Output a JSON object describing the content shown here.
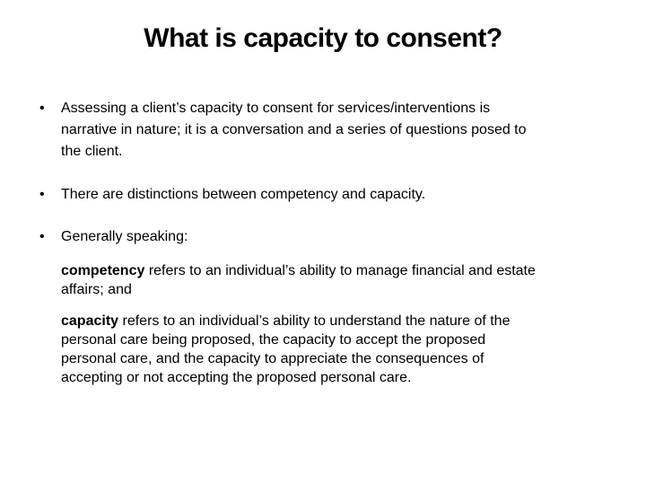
{
  "slide": {
    "title": "What is capacity to consent?",
    "bullet_glyph": "•",
    "bullets": [
      {
        "text": "Assessing a client’s capacity to consent for services/interventions is\nnarrative in nature; it is a conversation and a series of questions posed to\nthe client."
      },
      {
        "text": "There are distinctions between competency and capacity."
      },
      {
        "text": "Generally speaking:"
      }
    ],
    "definitions": [
      {
        "term": "competency",
        "rest": " refers to an individual’s ability to manage financial and estate\naffairs; and"
      },
      {
        "term": "capacity",
        "rest": " refers to an individual’s ability to understand the nature of the\npersonal care being proposed, the capacity to accept the proposed\npersonal care, and the capacity to appreciate the consequences of\naccepting or not accepting the proposed personal care."
      }
    ],
    "colors": {
      "background": "#ffffff",
      "text": "#000000"
    }
  }
}
